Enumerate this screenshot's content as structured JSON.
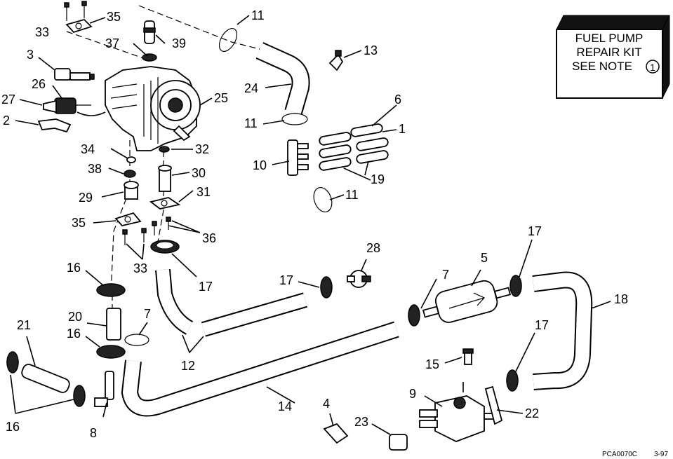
{
  "note_box": {
    "line1": "FUEL PUMP",
    "line2": "REPAIR KIT",
    "line3": "SEE NOTE",
    "note_number": "1"
  },
  "footer": {
    "code": "PCA0070C",
    "date": "3-97"
  },
  "callouts": {
    "c1": "1",
    "c2": "2",
    "c3": "3",
    "c4": "4",
    "c5": "5",
    "c6": "6",
    "c7a": "7",
    "c7b": "7",
    "c8": "8",
    "c9": "9",
    "c10": "10",
    "c11a": "11",
    "c11b": "11",
    "c11c": "11",
    "c12": "12",
    "c13": "13",
    "c14": "14",
    "c15": "15",
    "c16a": "16",
    "c16b": "16",
    "c16c": "16",
    "c17a": "17",
    "c17b": "17",
    "c17c": "17",
    "c17d": "17",
    "c18": "18",
    "c19": "19",
    "c20": "20",
    "c21": "21",
    "c22": "22",
    "c23": "23",
    "c24": "24",
    "c25": "25",
    "c26": "26",
    "c27": "27",
    "c28": "28",
    "c29": "29",
    "c30": "30",
    "c31": "31",
    "c32": "32",
    "c33a": "33",
    "c33b": "33",
    "c34": "34",
    "c35a": "35",
    "c35b": "35",
    "c36": "36",
    "c37": "37",
    "c38": "38",
    "c39": "39"
  }
}
